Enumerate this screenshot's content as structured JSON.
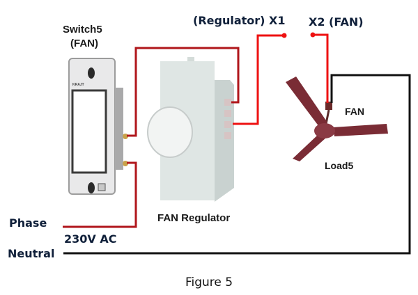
{
  "diagram": {
    "switch": {
      "title_line1": "Switch5",
      "title_line2": "(FAN)",
      "brand": "KRAJT"
    },
    "regulator": {
      "top_label": "(Regulator) X1",
      "bottom_label": "FAN Regulator"
    },
    "fan": {
      "top_label": "X2 (FAN)",
      "name_label": "FAN",
      "load_label": "Load5"
    },
    "supply": {
      "phase_label": "Phase",
      "voltage_label": "230V AC",
      "neutral_label": "Neutral"
    },
    "caption": "Figure 5",
    "colors": {
      "phase_wire": "#b0161b",
      "bright_wire": "#ee1111",
      "neutral_wire": "#111111",
      "fan_body": "#7a2c35"
    }
  }
}
